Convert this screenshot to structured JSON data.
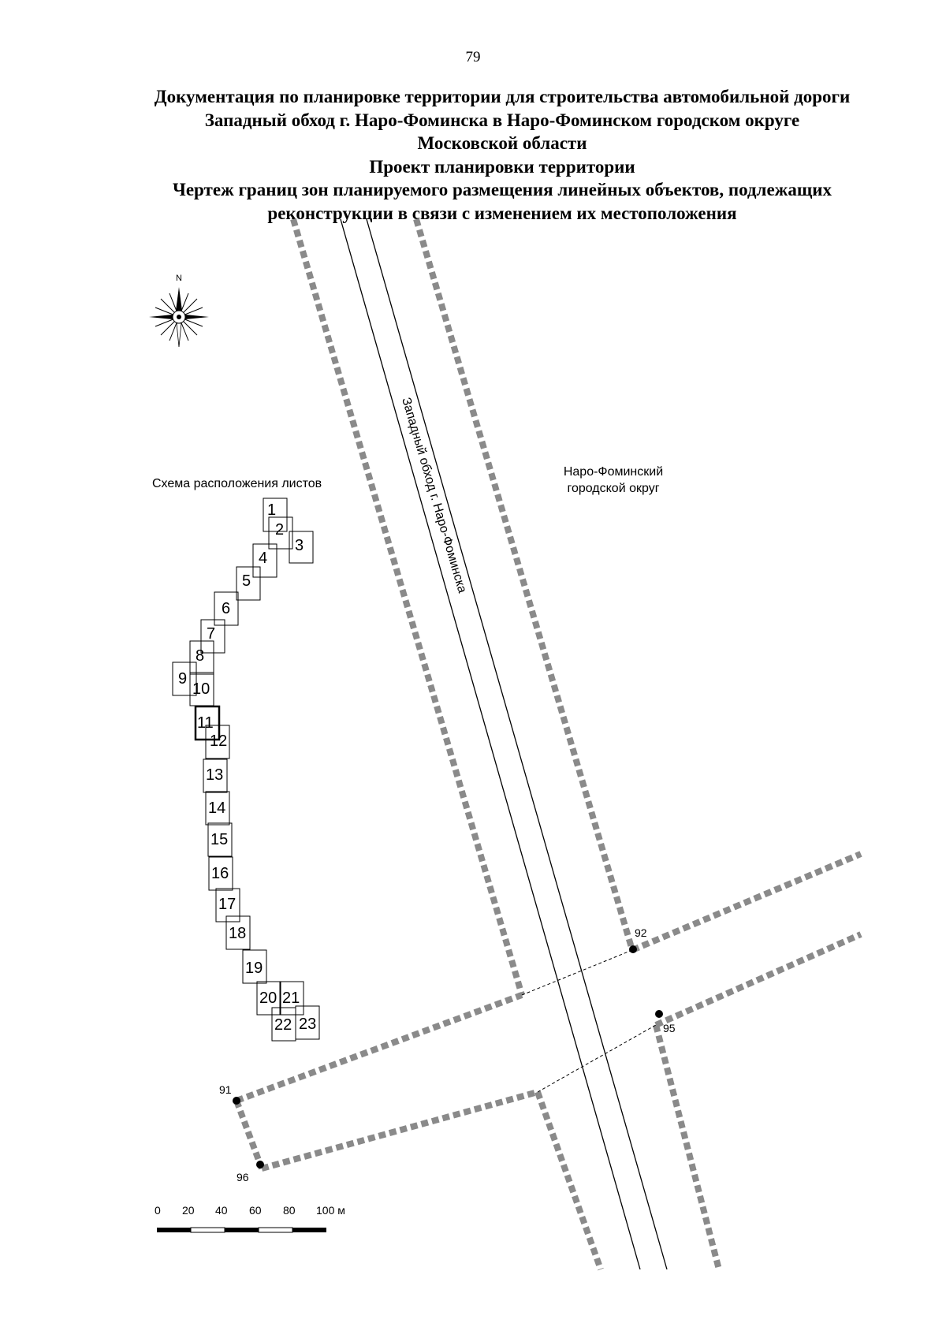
{
  "page_number": "79",
  "title_lines": [
    "Документация по планировке территории для строительства автомобильной дороги",
    "Западный обход г. Наро-Фоминска в Наро-Фоминском городском округе",
    "Московской области",
    "Проект планировки территории",
    "Чертеж границ зон планируемого размещения линейных объектов, подлежащих",
    "реконструкции в связи с изменением их местоположения"
  ],
  "compass": {
    "north_label": "N",
    "icon": "compass-rose-icon"
  },
  "road_label": "Западный обход г. Наро-Фоминска",
  "district_label_lines": [
    "Наро-Фоминский",
    "городской округ"
  ],
  "sheet_index": {
    "title": "Схема расположения листов",
    "sheets": [
      "1",
      "2",
      "3",
      "4",
      "5",
      "6",
      "7",
      "8",
      "9",
      "10",
      "11",
      "12",
      "13",
      "14",
      "15",
      "16",
      "17",
      "18",
      "19",
      "20",
      "21",
      "22",
      "23"
    ],
    "highlighted": "11"
  },
  "points": [
    "91",
    "92",
    "95",
    "96"
  ],
  "scale_bar": {
    "ticks": [
      "0",
      "20",
      "40",
      "60",
      "80",
      "100 м"
    ]
  },
  "colors": {
    "ink": "#000000",
    "zone_boundary": "#888888"
  }
}
